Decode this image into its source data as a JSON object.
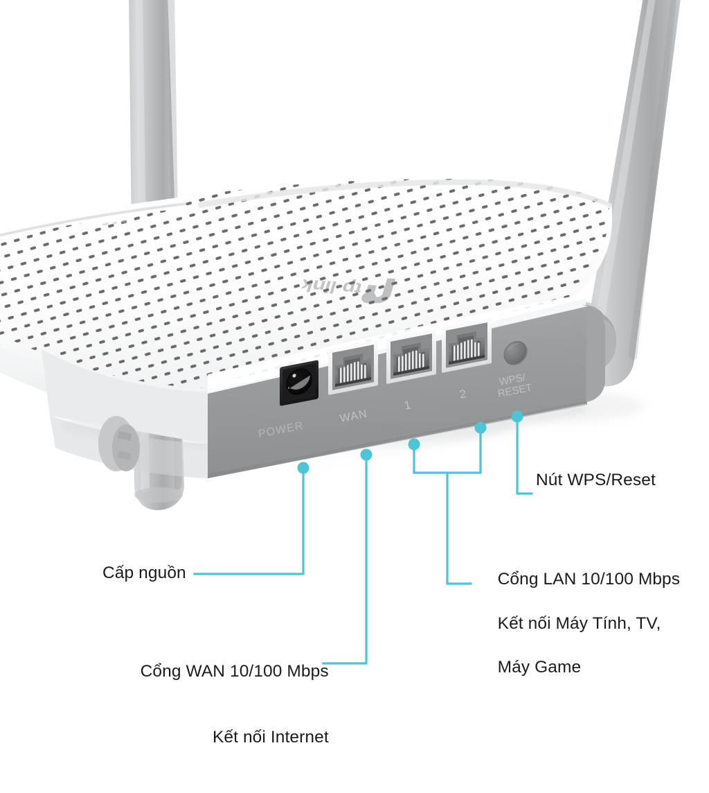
{
  "scene": {
    "background_color": "#ffffff",
    "accent_color": "#4cc5d6",
    "text_color": "#1b1b1b",
    "description": "TP-Link wireless router rear three-quarter view with labelled callouts"
  },
  "device": {
    "brand": "tp-link",
    "brand_logo_name": "tp-link-logo",
    "body_top_color": "#ffffff",
    "rear_panel_color": "#9a9c9e",
    "antenna_color": "#b9bbbd",
    "ports": [
      {
        "key": "power",
        "label": "POWER",
        "type": "dc-jack"
      },
      {
        "key": "wan",
        "label": "WAN",
        "type": "rj45"
      },
      {
        "key": "lan1",
        "label": "1",
        "type": "rj45"
      },
      {
        "key": "lan2",
        "label": "2",
        "type": "rj45"
      },
      {
        "key": "wpsbtn",
        "label_line1": "WPS/",
        "label_line2": "RESET",
        "type": "button"
      }
    ]
  },
  "callouts": {
    "power": {
      "text": "Cấp nguồn"
    },
    "wan": {
      "line1": "Cổng WAN 10/100 Mbps",
      "line2": "Kết nối Internet"
    },
    "lan": {
      "line1": "Cổng LAN 10/100 Mbps",
      "line2": "Kết nối Máy Tính, TV,",
      "line3": "Máy Game"
    },
    "wps": {
      "text": "Nút WPS/Reset"
    }
  }
}
